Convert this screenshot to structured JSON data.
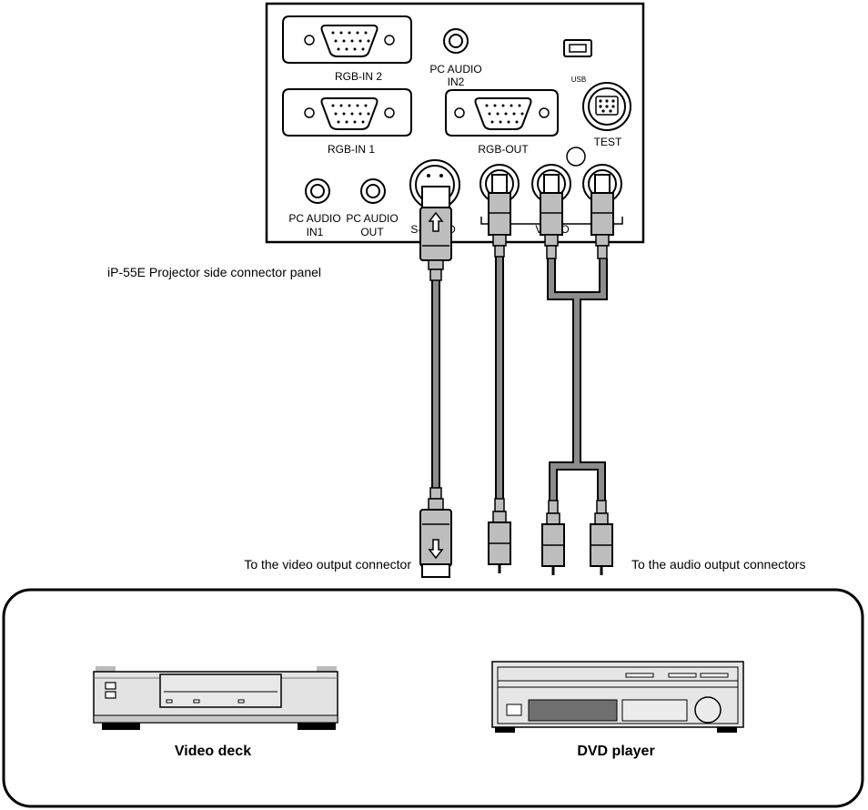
{
  "panel": {
    "rgb_in_2": "RGB-IN 2",
    "pc_audio_in2_l1": "PC AUDIO",
    "pc_audio_in2_l2": "IN2",
    "usb": "USB",
    "rgb_in_1": "RGB-IN 1",
    "rgb_out": "RGB-OUT",
    "test": "TEST",
    "pc_audio_in1_l1": "PC AUDIO",
    "pc_audio_in1_l2": "IN1",
    "pc_audio_out_l1": "PC AUDIO",
    "pc_audio_out_l2": "OUT",
    "s_video": "S-VIDEO",
    "video": "VIDEO"
  },
  "captions": {
    "panel_caption": "iP-55E Projector side connector panel",
    "video_output": "To the video output connector",
    "audio_output": "To the audio output connectors"
  },
  "devices": {
    "video_deck": "Video deck",
    "dvd_player": "DVD player"
  }
}
